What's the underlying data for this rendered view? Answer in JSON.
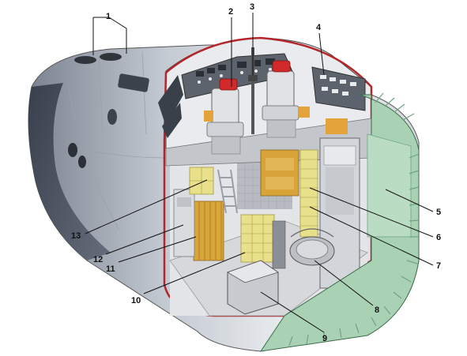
{
  "diagram": {
    "callouts": [
      {
        "id": 1,
        "label": "1"
      },
      {
        "id": 2,
        "label": "2"
      },
      {
        "id": 3,
        "label": "3"
      },
      {
        "id": 4,
        "label": "4"
      },
      {
        "id": 5,
        "label": "5"
      },
      {
        "id": 6,
        "label": "6"
      },
      {
        "id": 7,
        "label": "7"
      },
      {
        "id": 8,
        "label": "8"
      },
      {
        "id": 9,
        "label": "9"
      },
      {
        "id": 10,
        "label": "10"
      },
      {
        "id": 11,
        "label": "11"
      },
      {
        "id": 12,
        "label": "12"
      },
      {
        "id": 13,
        "label": "13"
      }
    ],
    "colors": {
      "hull": "#c9ced6",
      "hull_dark": "#8e96a3",
      "bulkhead": "#a9d2b4",
      "bulkhead_dark": "#6fa481",
      "interior_wall": "#e6e8ea",
      "floor": "#d8dadd",
      "locker": "#e8e08a",
      "curtain": "#d9a63a",
      "seat": "#e0e2e5",
      "headrest": "#d22a2a",
      "panel": "#5c636c",
      "frame_red": "#b3262a"
    }
  }
}
